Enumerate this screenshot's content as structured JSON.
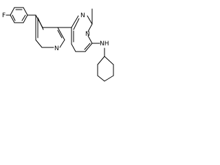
{
  "molecule": {
    "atom_labels": {
      "fluorine": "F",
      "pyridine_nitrogen": "N",
      "pyrimidine_nitrogen_top": "N",
      "pyrimidine_nitrogen_bottom": "N",
      "amine": "NH"
    },
    "colors": {
      "bond": "#000000",
      "label": "#000000",
      "background": "#ffffff"
    }
  }
}
